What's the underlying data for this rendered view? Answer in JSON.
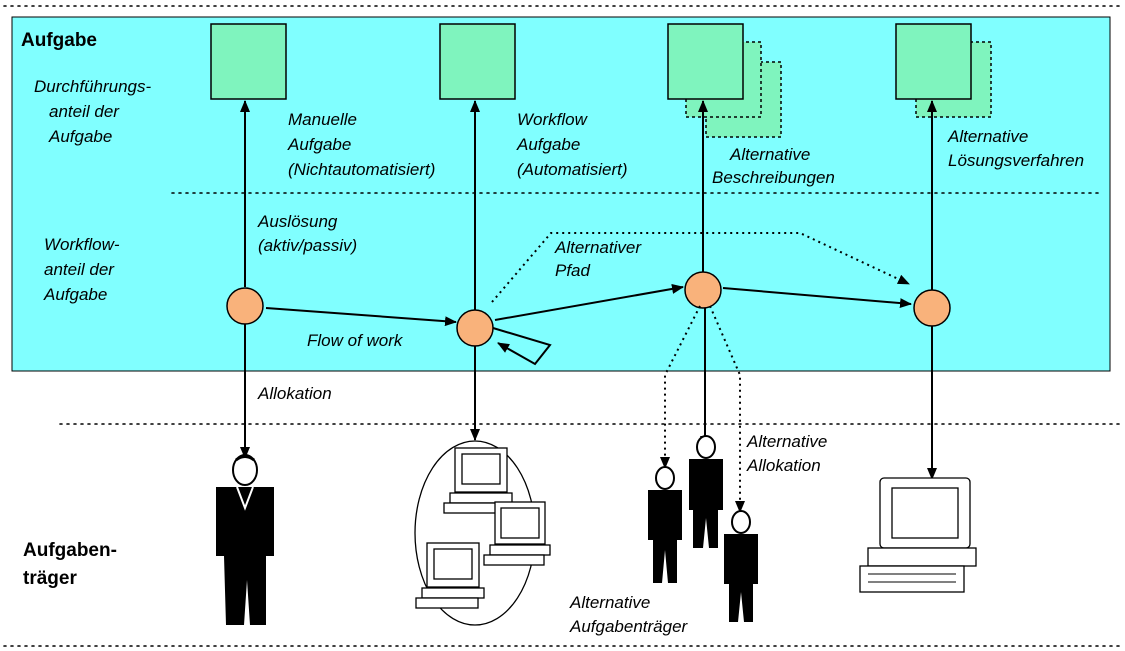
{
  "labels": {
    "aufgabe": "Aufgabe",
    "durchfuehrung": [
      "Durchführungs-",
      "anteil der",
      "Aufgabe"
    ],
    "workflow_anteil": [
      "Workflow-",
      "anteil der",
      "Aufgabe"
    ],
    "aufgabentraeger": [
      "Aufgaben-",
      "träger"
    ],
    "manuelle": [
      "Manuelle",
      "Aufgabe",
      "(Nichtautomatisiert)"
    ],
    "workflow_aufgabe": [
      "Workflow",
      "Aufgabe",
      "(Automatisiert)"
    ],
    "alt_beschreibungen": [
      "Alternative",
      "Beschreibungen"
    ],
    "alt_loesung": [
      "Alternative",
      "Lösungsverfahren"
    ],
    "ausloesung": [
      "Auslösung",
      "(aktiv/passiv)"
    ],
    "alt_pfad": [
      "Alternativer",
      "Pfad"
    ],
    "flow_of_work": "Flow of work",
    "allokation": "Allokation",
    "alt_allokation": [
      "Alternative",
      "Allokation"
    ],
    "alt_traeger": [
      "Alternative",
      "Aufgabenträger"
    ]
  },
  "colors": {
    "task_area": "#80ffff",
    "task_box": "#7ff4be",
    "node": "#f9b27b"
  }
}
